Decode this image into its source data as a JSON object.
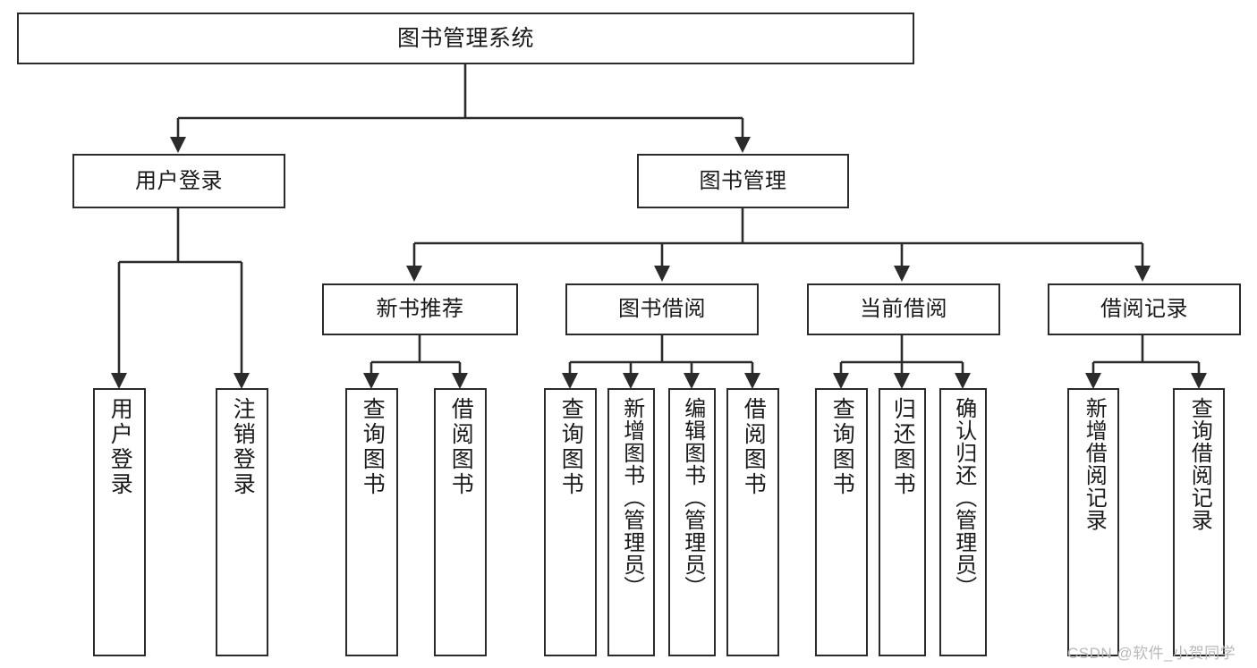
{
  "diagram": {
    "title": "图书管理系统",
    "background": "#ffffff",
    "line_color": "#2b2b2b",
    "text_color": "#1a1a1a",
    "type": "tree-hierarchy-chart",
    "levels": 4
  },
  "nodes": {
    "root": {
      "label": "图书管理系统"
    },
    "level1": [
      {
        "label": "用户登录"
      },
      {
        "label": "图书管理"
      }
    ],
    "level2": [
      {
        "label": "新书推荐"
      },
      {
        "label": "图书借阅"
      },
      {
        "label": "当前借阅"
      },
      {
        "label": "借阅记录"
      }
    ],
    "leaves": {
      "user_login": [
        {
          "label": "用户登录"
        },
        {
          "label": "注销登录"
        }
      ],
      "new_book_recommend": [
        {
          "label": "查询图书"
        },
        {
          "label": "借阅图书"
        }
      ],
      "book_borrow": [
        {
          "label": "查询图书"
        },
        {
          "label": "新增图书（管理员）"
        },
        {
          "label": "编辑图书（管理员）"
        },
        {
          "label": "借阅图书"
        }
      ],
      "current_borrow": [
        {
          "label": "查询图书"
        },
        {
          "label": "归还图书"
        },
        {
          "label": "确认归还（管理员）"
        }
      ],
      "borrow_record": [
        {
          "label": "新增借阅记录"
        },
        {
          "label": "查询借阅记录"
        }
      ]
    }
  },
  "watermark": {
    "text": "CSDN @软件_小贺同学"
  }
}
